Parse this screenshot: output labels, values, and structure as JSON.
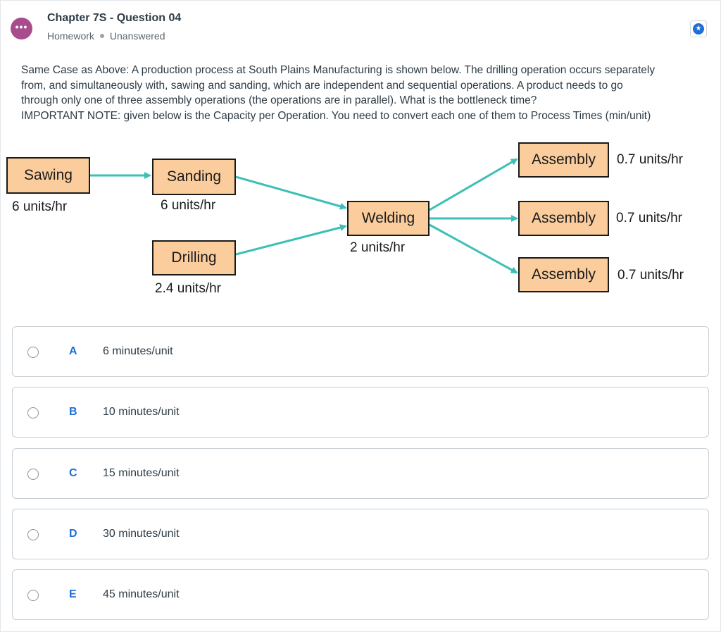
{
  "header": {
    "avatar_glyph": "•••",
    "title": "Chapter 7S - Question 04",
    "type": "Homework",
    "status": "Unanswered",
    "bookmark_icon": "star-circle-icon"
  },
  "question": {
    "line1": "Same Case as Above: A production process at South Plains Manufacturing is shown below. The drilling operation occurs separately",
    "line2": "from, and simultaneously with, sawing and sanding, which are independent and sequential operations. A product needs to go",
    "line3": "through only one of three assembly operations (the operations are in parallel). What is the bottleneck time?",
    "line4": "IMPORTANT NOTE: given below is the Capacity per Operation. You need to convert each one of them to Process Times (min/unit)"
  },
  "diagram": {
    "sawing": {
      "label": "Sawing",
      "capacity": "6 units/hr"
    },
    "sanding": {
      "label": "Sanding",
      "capacity": "6 units/hr"
    },
    "drilling": {
      "label": "Drilling",
      "capacity": "2.4 units/hr"
    },
    "welding": {
      "label": "Welding",
      "capacity": "2 units/hr"
    },
    "assembly": [
      {
        "label": "Assembly",
        "capacity": "0.7 units/hr"
      },
      {
        "label": "Assembly",
        "capacity": "0.7 units/hr"
      },
      {
        "label": "Assembly",
        "capacity": "0.7 units/hr"
      }
    ],
    "colors": {
      "box_fill": "#fbcd9d",
      "arrow": "#3cbfb6"
    }
  },
  "options": [
    {
      "letter": "A",
      "text": "6 minutes/unit"
    },
    {
      "letter": "B",
      "text": "10 minutes/unit"
    },
    {
      "letter": "C",
      "text": "15 minutes/unit"
    },
    {
      "letter": "D",
      "text": "30 minutes/unit"
    },
    {
      "letter": "E",
      "text": "45 minutes/unit"
    }
  ],
  "colors": {
    "accent": "#1f6fd6",
    "avatar": "#a84c8e"
  }
}
